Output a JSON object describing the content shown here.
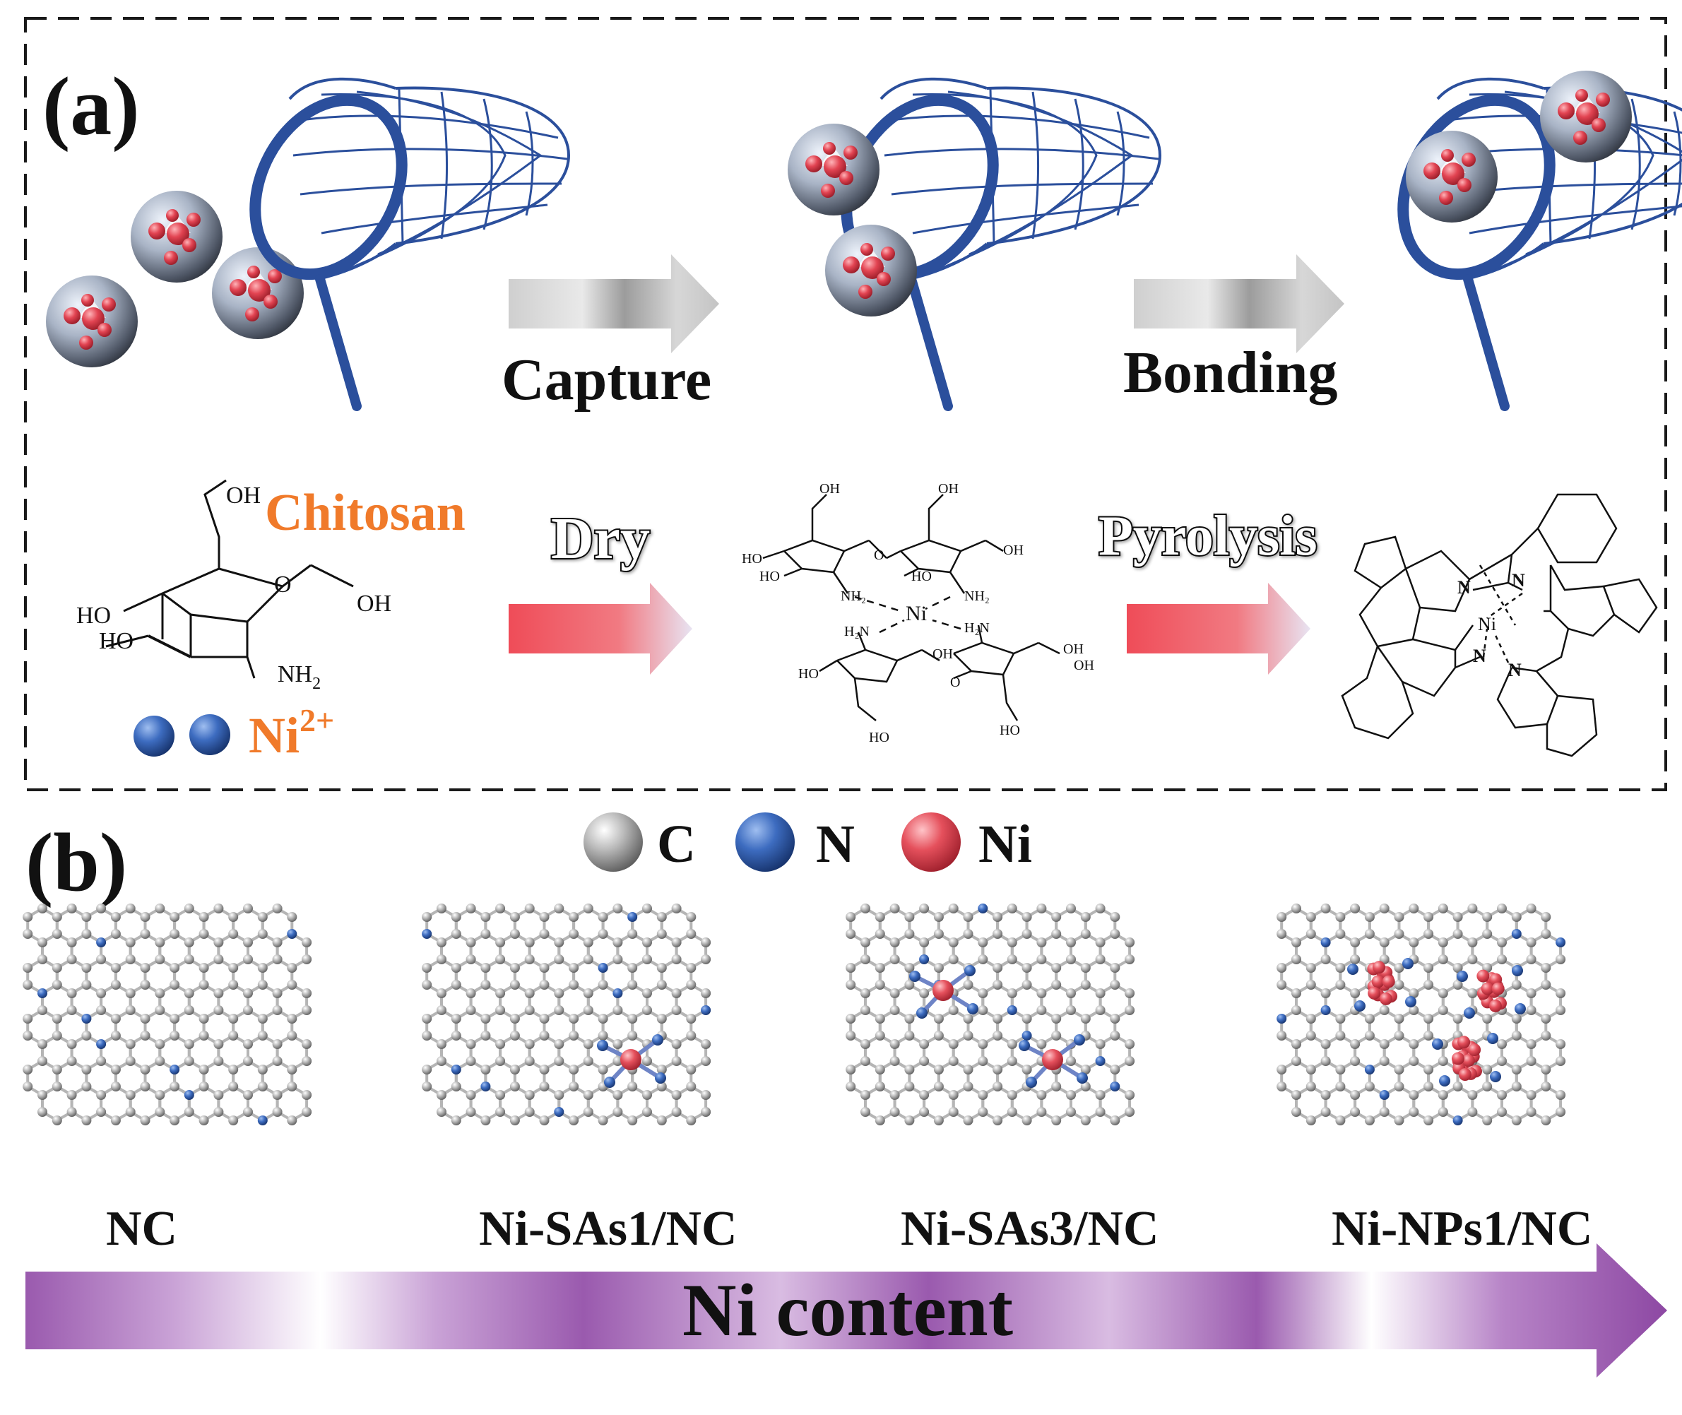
{
  "panel_a": {
    "label": "(a)",
    "arrows": {
      "capture": "Capture",
      "bonding": "Bonding",
      "dry": "Dry",
      "pyrolysis": "Pyrolysis"
    },
    "chitosan": {
      "name": "Chitosan",
      "oh_top": "OH",
      "ho_left": "HO",
      "ho_left2": "HO",
      "oh_right": "OH",
      "ring_o": "O",
      "nh2": "NH",
      "nh2_sub": "2"
    },
    "ni_ion": {
      "base": "Ni",
      "charge": "2+"
    },
    "complex": {
      "center": "Ni",
      "oh": "OH",
      "ho": "HO",
      "o": "O",
      "nh2": "NH₂",
      "h2n": "H₂N"
    },
    "product": {
      "center": "Ni",
      "n": "N"
    }
  },
  "panel_b": {
    "label": "(b)",
    "legend": [
      {
        "symbol": "C",
        "color": "#9a9a9a"
      },
      {
        "symbol": "N",
        "color": "#2f5ca8"
      },
      {
        "symbol": "Ni",
        "color": "#e2505a"
      }
    ],
    "samples": [
      "NC",
      "Ni-SAs1/NC",
      "Ni-SAs3/NC",
      "Ni-NPs1/NC"
    ],
    "gradient_label": "Ni content"
  },
  "colors": {
    "net_blue": "#2b4f9c",
    "gray_arrow": "#b8b8b8",
    "red_arrow": "#ef4f5c",
    "orange_text": "#f07a2a",
    "purple": "#9a5cb0"
  }
}
